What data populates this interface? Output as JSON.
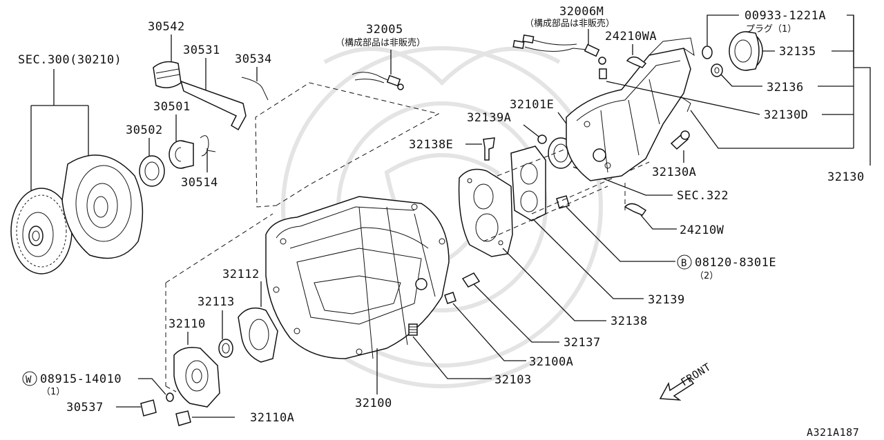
{
  "diagram_id": "A321A187",
  "front_label": "FRONT",
  "subassy_note": "（構成部品は非販売）",
  "plug_note": "プラグ（1）",
  "bolt_qty": "（2）",
  "washer_qty": "（1）",
  "labels": {
    "sec300": "SEC.300(30210)",
    "p30542": "30542",
    "p30531": "30531",
    "p30534": "30534",
    "p30501": "30501",
    "p30502": "30502",
    "p30514": "30514",
    "p32005": "32005",
    "p32006M": "32006M",
    "p24210WA": "24210WA",
    "p00933": "00933-1221A",
    "p32135": "32135",
    "p32136": "32136",
    "p32130D": "32130D",
    "p32101E": "32101E",
    "p32139A": "32139A",
    "p32138E": "32138E",
    "p32130A": "32130A",
    "p32130": "32130",
    "sec322": "SEC.322",
    "p24210W": "24210W",
    "p08120": "08120-8301E",
    "p32139": "32139",
    "p32138": "32138",
    "p32137": "32137",
    "p32100A": "32100A",
    "p32103": "32103",
    "p32100": "32100",
    "p32112": "32112",
    "p32113": "32113",
    "p32110": "32110",
    "p08915": "08915-14010",
    "p30537": "30537",
    "p32110A": "32110A"
  },
  "markers": {
    "bolt": "B",
    "washer": "W"
  }
}
